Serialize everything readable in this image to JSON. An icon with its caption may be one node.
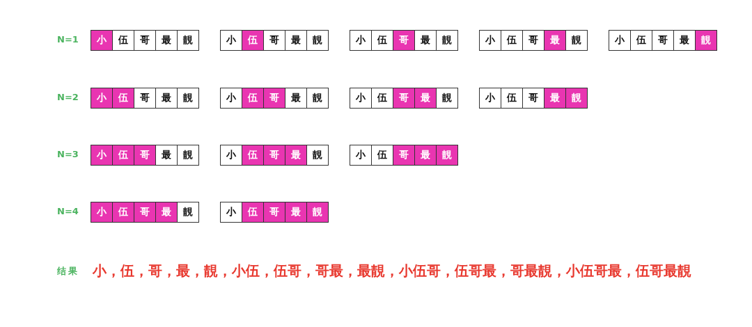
{
  "diagram": {
    "nodes": [
      {
        "text": [
          "小"
        ]
      },
      {
        "text": [
          "伍"
        ]
      },
      {
        "text": [
          "哥"
        ]
      },
      {
        "text": [
          "最"
        ]
      },
      {
        "text": [
          "靚"
        ]
      },
      {
        "text": [
          "小"
        ]
      },
      {
        "text": [
          "伍"
        ]
      },
      {
        "text": [
          "哥"
        ]
      },
      {
        "text": [
          "最"
        ]
      },
      {
        "text": [
          "靚"
        ]
      },
      {
        "text": [
          "小"
        ]
      },
      {
        "text": [
          "伍"
        ]
      },
      {
        "text": [
          "哥"
        ]
      },
      {
        "text": [
          "最"
        ]
      },
      {
        "text": [
          "靚"
        ]
      },
      {
        "text": [
          "小"
        ]
      },
      {
        "text": [
          "伍"
        ]
      },
      {
        "text": [
          "哥"
        ]
      },
      {
        "text": [
          "最"
        ]
      },
      {
        "text": [
          "靚"
        ]
      },
      {
        "text": [
          "小"
        ]
      },
      {
        "text": [
          "伍"
        ]
      },
      {
        "text": [
          "哥"
        ]
      },
      {
        "text": [
          "最"
        ]
      },
      {
        "text": [
          "靚"
        ]
      },
      {
        "text": [
          "小"
        ]
      },
      {
        "text": [
          "伍"
        ]
      },
      {
        "text": [
          "哥"
        ]
      },
      {
        "text": [
          "最"
        ]
      },
      {
        "text": [
          "靚"
        ]
      },
      {
        "text": [
          "小"
        ]
      },
      {
        "text": [
          "伍"
        ]
      },
      {
        "text": [
          "哥"
        ]
      },
      {
        "text": [
          "最"
        ]
      },
      {
        "text": [
          "靚"
        ]
      },
      {
        "text": [
          "小"
        ]
      },
      {
        "text": [
          "伍"
        ]
      },
      {
        "text": [
          "哥"
        ]
      },
      {
        "text": [
          "最"
        ]
      },
      {
        "text": [
          "靚"
        ]
      },
      {
        "text": [
          "小"
        ]
      },
      {
        "text": [
          "伍"
        ]
      },
      {
        "text": [
          "哥"
        ]
      },
      {
        "text": [
          "最"
        ]
      },
      {
        "text": [
          "靚"
        ]
      },
      {
        "text": [
          "小"
        ]
      },
      {
        "text": [
          "伍"
        ]
      },
      {
        "text": [
          "哥"
        ]
      },
      {
        "text": [
          "最"
        ]
      },
      {
        "text": [
          "靚"
        ]
      },
      {
        "text": [
          "小"
        ]
      },
      {
        "text": [
          "伍"
        ]
      },
      {
        "text": [
          "哥"
        ]
      },
      {
        "text": [
          "最"
        ]
      },
      {
        "text": [
          "靚"
        ]
      },
      {
        "text": [
          "小"
        ]
      },
      {
        "text": [
          "伍"
        ]
      },
      {
        "text": [
          "哥"
        ]
      },
      {
        "text": [
          "最"
        ]
      },
      {
        "text": [
          "靚"
        ]
      },
      {
        "text": [
          "小"
        ]
      },
      {
        "text": [
          "伍"
        ]
      },
      {
        "text": [
          "哥"
        ]
      },
      {
        "text": [
          "最"
        ]
      },
      {
        "text": [
          "靚"
        ]
      },
      {
        "text": [
          "小"
        ]
      },
      {
        "text": [
          "伍"
        ]
      },
      {
        "text": [
          "哥"
        ]
      },
      {
        "text": [
          "最"
        ]
      },
      {
        "text": [
          "靚"
        ]
      }
    ],
    "labels": [
      "N=1",
      "N=2",
      "N=3",
      "N=4",
      "结果",
      "小，伍，哥，最，靚，小伍，伍哥，哥最，最靚，小伍哥，伍哥最，哥最靚，小伍哥最，伍哥最靚"
    ]
  }
}
